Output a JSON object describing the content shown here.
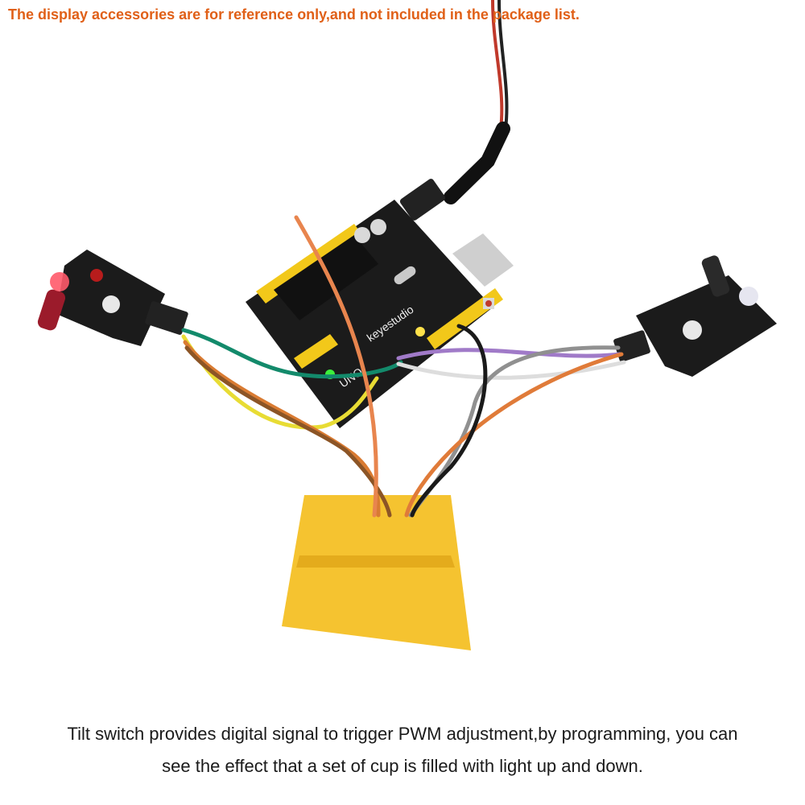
{
  "notice": {
    "text": "The display accessories are for reference only,and not included in the package list."
  },
  "caption": {
    "line1": "Tilt switch provides digital signal to trigger PWM adjustment,by programming, you can",
    "line2": "see the effect that a set of cup is filled with light up and down."
  },
  "board": {
    "brand": "keyestudio",
    "model": "UNO"
  },
  "colors": {
    "notice": "#e06018",
    "board": "#1b1b1b",
    "breadboard": "#f5c330",
    "header": "#f2c81a"
  }
}
